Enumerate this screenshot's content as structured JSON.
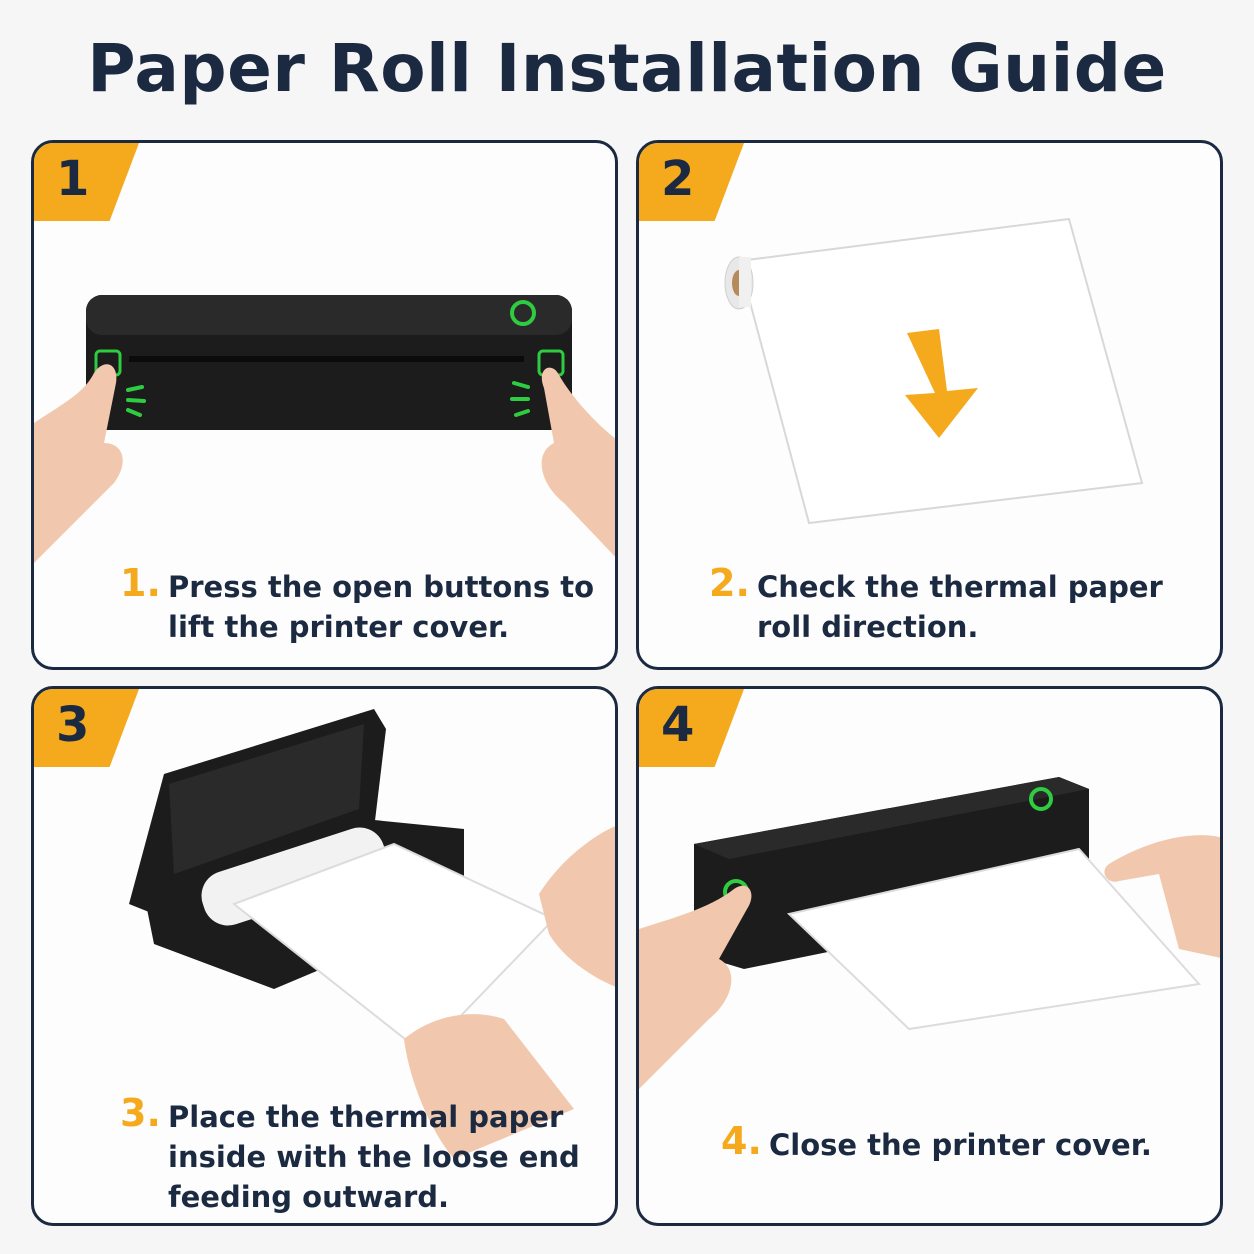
{
  "title": "Paper Roll Installation Guide",
  "colors": {
    "accent": "#f5a91c",
    "navy": "#1b2a41",
    "printer": "#1c1c1c",
    "button_glow": "#2ecc40"
  },
  "steps": [
    {
      "badge": "1",
      "num": "1.",
      "lines": [
        "Press the open buttons to",
        "lift the printer cover."
      ]
    },
    {
      "badge": "2",
      "num": "2.",
      "lines": [
        "Check the thermal paper",
        "roll direction."
      ]
    },
    {
      "badge": "3",
      "num": "3.",
      "lines": [
        "Place the thermal paper",
        "inside with the loose end",
        "feeding outward."
      ]
    },
    {
      "badge": "4",
      "num": "4.",
      "lines": [
        "Close the printer cover."
      ]
    }
  ],
  "icons": [
    "printer-illustration",
    "paper-roll-illustration",
    "down-arrow-icon",
    "hand-illustration",
    "open-button-icon"
  ]
}
